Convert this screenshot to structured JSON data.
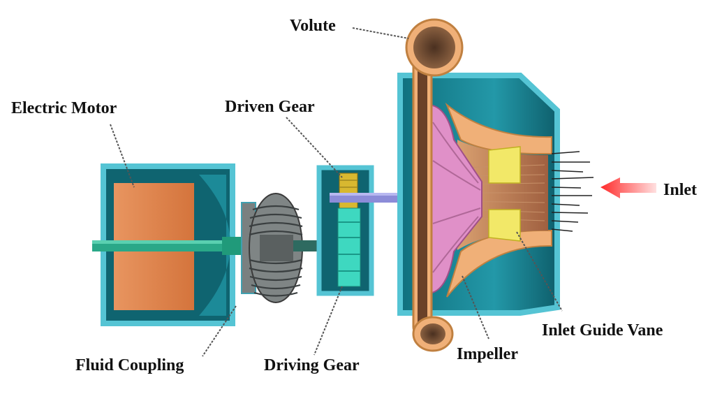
{
  "labels": {
    "volute": "Volute",
    "electric_motor": "Electric Motor",
    "driven_gear": "Driven Gear",
    "inlet": "Inlet",
    "inlet_guide_vane": "Inlet Guide Vane",
    "impeller": "Impeller",
    "driving_gear": "Driving Gear",
    "fluid_coupling": "Fluid Coupling"
  },
  "colors": {
    "casing": "#5ac8d8",
    "casing_inner": "#1f8a9a",
    "motor_rotor": "#e68a55",
    "shaft": "#2fae8a",
    "shaft_gear_side": "#9090d8",
    "driven_gear": "#d8b830",
    "driving_gear": "#40d8c0",
    "volute": "#f0b078",
    "impeller": "#e090c8",
    "guide_vane": "#f0e060",
    "inlet_arrow": "#e02020"
  }
}
